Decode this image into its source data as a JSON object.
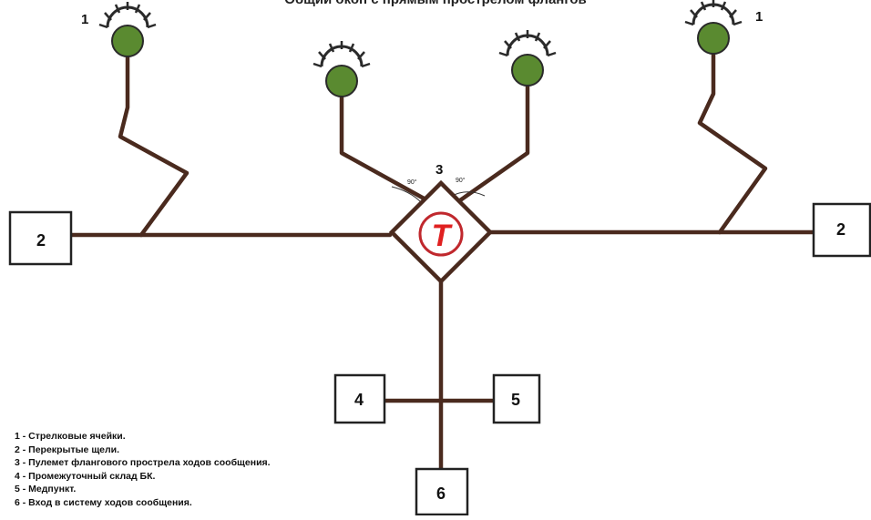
{
  "title": "Общий окоп с прямым прострелом флангов",
  "labels": {
    "cell_left": "1",
    "cell_right": "1",
    "machine_gun": "3",
    "gun_symbol": "Т",
    "angle_left": "90°",
    "angle_right": "90°",
    "box_left": "2",
    "box_right": "2",
    "box_4": "4",
    "box_5": "5",
    "box_6": "6"
  },
  "legend": [
    "1 - Стрелковые ячейки.",
    "2 - Перекрытые щели.",
    "3 - Пулемет флангового прострела ходов сообщения.",
    "4 - Промежуточный склад БК.",
    "5 - Медпункт.",
    "6 - Вход в систему ходов сообщения."
  ],
  "colors": {
    "trench": "#4a2a1e",
    "cell_fill": "#5a8a30",
    "gun_circle": "#c0282d",
    "gun_symbol": "#e02020"
  }
}
